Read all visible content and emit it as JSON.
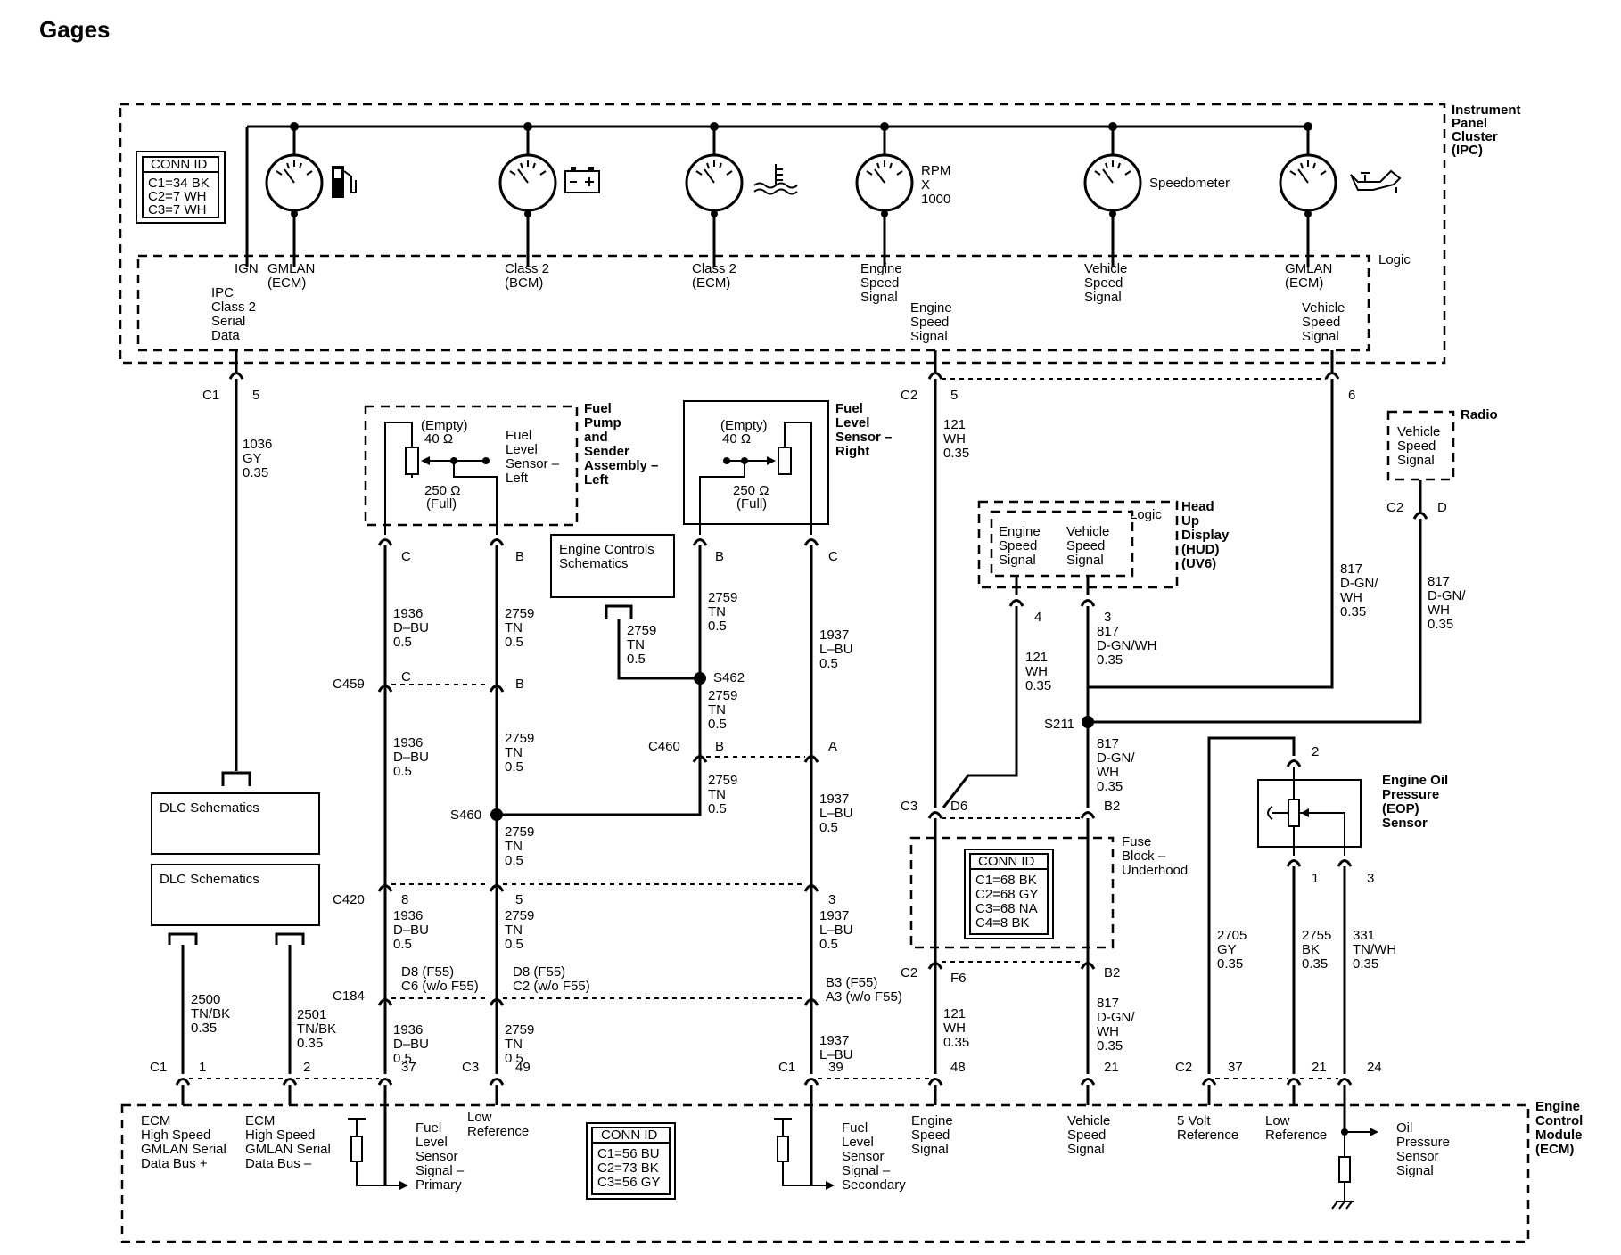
{
  "title": "Gages",
  "ipc": {
    "name": [
      "Instrument",
      "Panel",
      "Cluster",
      "(IPC)"
    ],
    "logic": "Logic",
    "conn_id": {
      "header": "CONN ID",
      "lines": [
        "C1=34 BK",
        "C2=7 WH",
        "C3=7 WH"
      ]
    },
    "gauges": [
      {
        "icon": "fuel-gauge-icon"
      },
      {
        "icon": "battery-gauge-icon"
      },
      {
        "icon": "coolant-temp-gauge-icon"
      },
      {
        "icon": "tachometer-icon",
        "label": [
          "RPM",
          "X",
          "1000"
        ]
      },
      {
        "icon": "speedometer-icon",
        "label": [
          "Speedometer"
        ]
      },
      {
        "icon": "oil-pressure-gauge-icon"
      }
    ],
    "inputs": {
      "ign": "IGN",
      "gmlan_ecm_1": [
        "GMLAN",
        "(ECM)"
      ],
      "class2_bcm": [
        "Class 2",
        "(BCM)"
      ],
      "class2_ecm": [
        "Class 2",
        "(ECM)"
      ],
      "engine_speed_1": [
        "Engine",
        "Speed",
        "Signal"
      ],
      "vehicle_speed_1": [
        "Vehicle",
        "Speed",
        "Signal"
      ],
      "gmlan_ecm_2": [
        "GMLAN",
        "(ECM)"
      ],
      "ipc_class2": [
        "IPC",
        "Class 2",
        "Serial",
        "Data"
      ],
      "engine_speed_2": [
        "Engine",
        "Speed",
        "Signal"
      ],
      "vehicle_speed_2": [
        "Vehicle",
        "Speed",
        "Signal"
      ]
    }
  },
  "fuel_left": {
    "name": [
      "Fuel",
      "Pump",
      "and",
      "Sender",
      "Assembly –",
      "Left"
    ],
    "sensor": [
      "Fuel",
      "Level",
      "Sensor –",
      "Left"
    ],
    "empty": [
      "(Empty)",
      "40 Ω"
    ],
    "full": [
      "250 Ω",
      "(Full)"
    ]
  },
  "fuel_right": {
    "name": [
      "Fuel",
      "Level",
      "Sensor –",
      "Right"
    ],
    "empty": [
      "(Empty)",
      "40 Ω"
    ],
    "full": [
      "250 Ω",
      "(Full)"
    ]
  },
  "engine_controls": [
    "Engine Controls",
    "Schematics"
  ],
  "dlc_1": "DLC Schematics",
  "dlc_2": "DLC Schematics",
  "radio": {
    "name": "Radio",
    "signal": [
      "Vehicle",
      "Speed",
      "Signal"
    ]
  },
  "hud": {
    "name": [
      "Head",
      "Up",
      "Display",
      "(HUD)",
      "(UV6)"
    ],
    "logic": "Logic",
    "engine": [
      "Engine",
      "Speed",
      "Signal"
    ],
    "vehicle": [
      "Vehicle",
      "Speed",
      "Signal"
    ]
  },
  "fuse_block": {
    "name": [
      "Fuse",
      "Block –",
      "Underhood"
    ],
    "conn_id": {
      "header": "CONN ID",
      "lines": [
        "C1=68 BK",
        "C2=68 GY",
        "C3=68 NA",
        "C4=8 BK"
      ]
    }
  },
  "eop": {
    "name": [
      "Engine Oil",
      "Pressure",
      "(EOP)",
      "Sensor"
    ]
  },
  "ecm": {
    "name": [
      "Engine",
      "Control",
      "Module",
      "(ECM)"
    ],
    "conn_id": {
      "header": "CONN ID",
      "lines": [
        "C1=56 BU",
        "C2=73 BK",
        "C3=56 GY"
      ]
    },
    "labels": {
      "gmlan_plus": [
        "ECM",
        "High Speed",
        "GMLAN Serial",
        "Data Bus +"
      ],
      "gmlan_minus": [
        "ECM",
        "High Speed",
        "GMLAN Serial",
        "Data Bus –"
      ],
      "fuel_primary": [
        "Fuel",
        "Level",
        "Sensor",
        "Signal –",
        "Primary"
      ],
      "low_ref_1": [
        "Low",
        "Reference"
      ],
      "fuel_secondary": [
        "Fuel",
        "Level",
        "Sensor",
        "Signal –",
        "Secondary"
      ],
      "engine_speed": [
        "Engine",
        "Speed",
        "Signal"
      ],
      "vehicle_speed": [
        "Vehicle",
        "Speed",
        "Signal"
      ],
      "five_volt": [
        "5 Volt",
        "Reference"
      ],
      "low_ref_2": [
        "Low",
        "Reference"
      ],
      "oil_pressure": [
        "Oil",
        "Pressure",
        "Sensor",
        "Signal"
      ]
    }
  },
  "connectors": {
    "c1_5": {
      "conn": "C1",
      "pin": "5"
    },
    "c2_5": {
      "conn": "C2",
      "pin": "5"
    },
    "pin_6": "6",
    "fl_c": "C",
    "fl_b": "B",
    "fr_b": "B",
    "fr_c": "C",
    "c459": {
      "conn": "C459",
      "pin_c": "C",
      "pin_b": "B"
    },
    "c460": {
      "conn": "C460",
      "pin_b": "B",
      "pin_a": "A"
    },
    "c420": {
      "conn": "C420",
      "pin_8": "8",
      "pin_5": "5",
      "pin_3": "3"
    },
    "c184": {
      "conn": "C184",
      "d8": [
        "D8 (F55)",
        "C6 (w/o F55)"
      ],
      "d8b": [
        "D8 (F55)",
        "C2 (w/o F55)"
      ],
      "b3": [
        "B3 (F55)",
        "A3 (w/o F55)"
      ]
    },
    "ecm_c1": {
      "conn": "C1",
      "p1": "1",
      "p2": "2",
      "p37": "37"
    },
    "ecm_c3": {
      "conn": "C3",
      "p49": "49"
    },
    "ecm_c1b": {
      "conn": "C1",
      "p39": "39",
      "p48": "48",
      "p21": "21"
    },
    "ecm_c2": {
      "conn": "C2",
      "p37": "37",
      "p21": "21",
      "p24": "24"
    },
    "hud_4": "4",
    "hud_3": "3",
    "radio_c2": {
      "conn": "C2",
      "pin": "D"
    },
    "c3_d6": {
      "conn": "C3",
      "pin": "D6"
    },
    "b2_top": "B2",
    "c2_f6": {
      "conn": "C2",
      "pin": "F6"
    },
    "b2_bot": "B2",
    "eop_2": "2",
    "eop_1": "1",
    "eop_3": "3"
  },
  "splices": {
    "s462": "S462",
    "s460": "S460",
    "s211": "S211"
  },
  "wires": {
    "w1036": [
      "1036",
      "GY",
      "0.35"
    ],
    "w1936_a": [
      "1936",
      "D–BU",
      "0.5"
    ],
    "w2759_a": [
      "2759",
      "TN",
      "0.5"
    ],
    "w2759_ec": [
      "2759",
      "TN",
      "0.5"
    ],
    "w2759_fr": [
      "2759",
      "TN",
      "0.5"
    ],
    "w1937_a": [
      "1937",
      "L–BU",
      "0.5"
    ],
    "w2759_s462": [
      "2759",
      "TN",
      "0.5"
    ],
    "w1936_b": [
      "1936",
      "D–BU",
      "0.5"
    ],
    "w2759_b": [
      "2759",
      "TN",
      "0.5"
    ],
    "w2759_c460": [
      "2759",
      "TN",
      "0.5"
    ],
    "w1937_b": [
      "1937",
      "L–BU",
      "0.5"
    ],
    "w2759_s460": [
      "2759",
      "TN",
      "0.5"
    ],
    "w1936_c": [
      "1936",
      "D–BU",
      "0.5"
    ],
    "w2759_c": [
      "2759",
      "TN",
      "0.5"
    ],
    "w1937_c": [
      "1937",
      "L–BU",
      "0.5"
    ],
    "w1936_d": [
      "1936",
      "D–BU",
      "0.5"
    ],
    "w2759_d": [
      "2759",
      "TN",
      "0.5"
    ],
    "w1937_d": [
      "1937",
      "L–BU",
      "0.5"
    ],
    "w2500": [
      "2500",
      "TN/BK",
      "0.35"
    ],
    "w2501": [
      "2501",
      "TN/BK",
      "0.35"
    ],
    "w121_a": [
      "121",
      "WH",
      "0.35"
    ],
    "w121_b": [
      "121",
      "WH",
      "0.35"
    ],
    "w121_c": [
      "121",
      "WH",
      "0.35"
    ],
    "w817_a": [
      "817",
      "D-GN/",
      "WH",
      "0.35"
    ],
    "w817_b": [
      "817",
      "D-GN/",
      "WH",
      "0.35"
    ],
    "w817_c": [
      "817",
      "D-GN/WH",
      "0.35"
    ],
    "w817_d": [
      "817",
      "D-GN/",
      "WH",
      "0.35"
    ],
    "w817_e": [
      "817",
      "D-GN/",
      "WH",
      "0.35"
    ],
    "w2705": [
      "2705",
      "GY",
      "0.35"
    ],
    "w2755": [
      "2755",
      "BK",
      "0.35"
    ],
    "w331": [
      "331",
      "TN/WH",
      "0.35"
    ]
  }
}
